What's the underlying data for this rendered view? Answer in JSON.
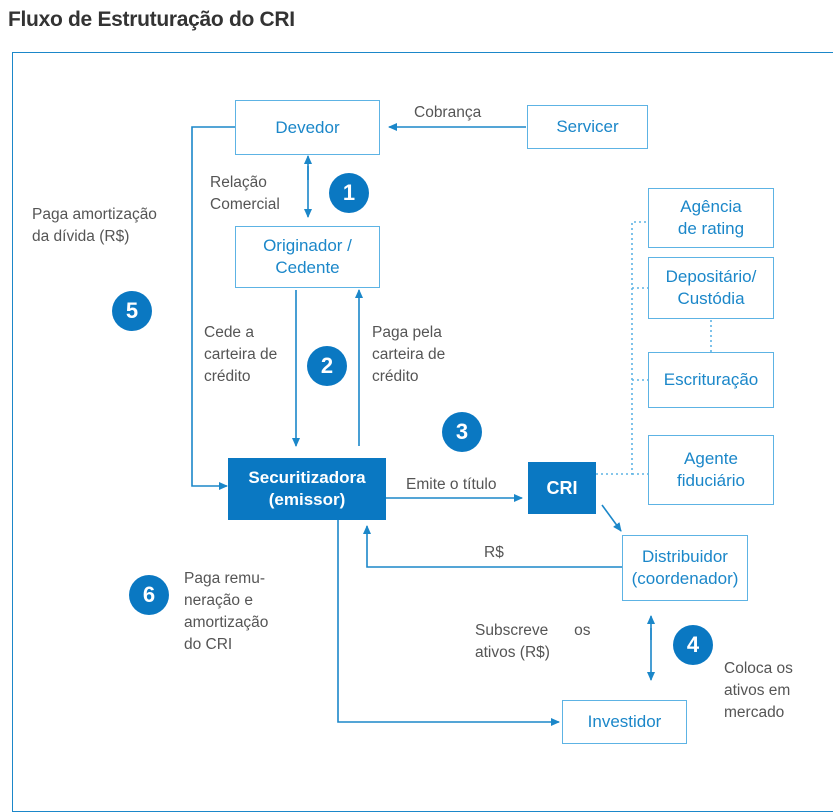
{
  "title": "Fluxo de Estruturação do CRI",
  "nodes": {
    "devedor": "Devedor",
    "servicer": "Servicer",
    "originador": "Originador /\nCedente",
    "agencia": "Agência\nde rating",
    "depositario": "Depositário/\nCustódia",
    "escrituracao": "Escrituração",
    "agente": "Agente\nfiduciário",
    "securitizadora": "Securitizadora\n(emissor)",
    "cri": "CRI",
    "distribuidor": "Distribuidor\n(coordenador)",
    "investidor": "Investidor"
  },
  "labels": {
    "cobranca": "Cobrança",
    "relacao": "Relação\nComercial",
    "paga_amortizacao": "Paga amortização\nda dívida (R$)",
    "cede": "Cede a\ncarteira de\ncrédito",
    "paga_pela": "Paga pela\ncarteira de\ncrédito",
    "emite": "Emite o título",
    "rs": "R$",
    "paga_remuneracao": "Paga remu-\nneração e\namortização\ndo CRI",
    "subscreve": "Subscreve      os\nativos (R$)",
    "coloca": "Coloca os\nativos em\nmercado"
  },
  "badges": [
    "1",
    "2",
    "3",
    "4",
    "5",
    "6"
  ],
  "colors": {
    "accent": "#0a78c2",
    "box_border": "#5db3e4",
    "box_text": "#1b87c9",
    "label_text": "#555555",
    "title_text": "#333333"
  }
}
